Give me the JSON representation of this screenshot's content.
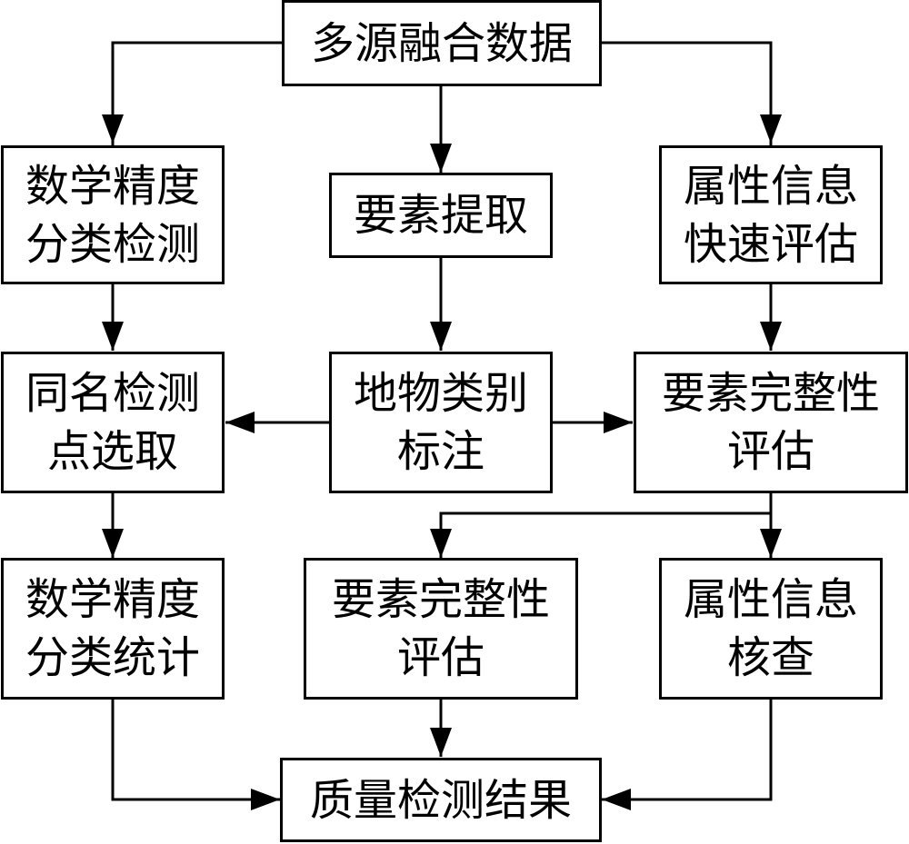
{
  "diagram": {
    "nodes": {
      "source_data": "多源融合数据",
      "math_accuracy_check": "数学精度\n分类检测",
      "feature_extraction": "要素提取",
      "attribute_quick_eval": "属性信息\n快速评估",
      "tie_point_selection": "同名检测\n点选取",
      "feature_labeling": "地物类别\n标注",
      "completeness_eval_upper": "要素完整性\n评估",
      "math_accuracy_stats": "数学精度\n分类统计",
      "completeness_eval_lower": "要素完整性\n评估",
      "attribute_check": "属性信息\n核查",
      "quality_result": "质量检测结果"
    },
    "edges": [
      [
        "source_data",
        "math_accuracy_check"
      ],
      [
        "source_data",
        "feature_extraction"
      ],
      [
        "source_data",
        "attribute_quick_eval"
      ],
      [
        "math_accuracy_check",
        "tie_point_selection"
      ],
      [
        "feature_extraction",
        "feature_labeling"
      ],
      [
        "attribute_quick_eval",
        "completeness_eval_upper"
      ],
      [
        "feature_labeling",
        "tie_point_selection"
      ],
      [
        "feature_labeling",
        "completeness_eval_upper"
      ],
      [
        "tie_point_selection",
        "math_accuracy_stats"
      ],
      [
        "completeness_eval_upper",
        "completeness_eval_lower"
      ],
      [
        "completeness_eval_upper",
        "attribute_check"
      ],
      [
        "math_accuracy_stats",
        "quality_result"
      ],
      [
        "completeness_eval_lower",
        "quality_result"
      ],
      [
        "attribute_check",
        "quality_result"
      ]
    ]
  }
}
